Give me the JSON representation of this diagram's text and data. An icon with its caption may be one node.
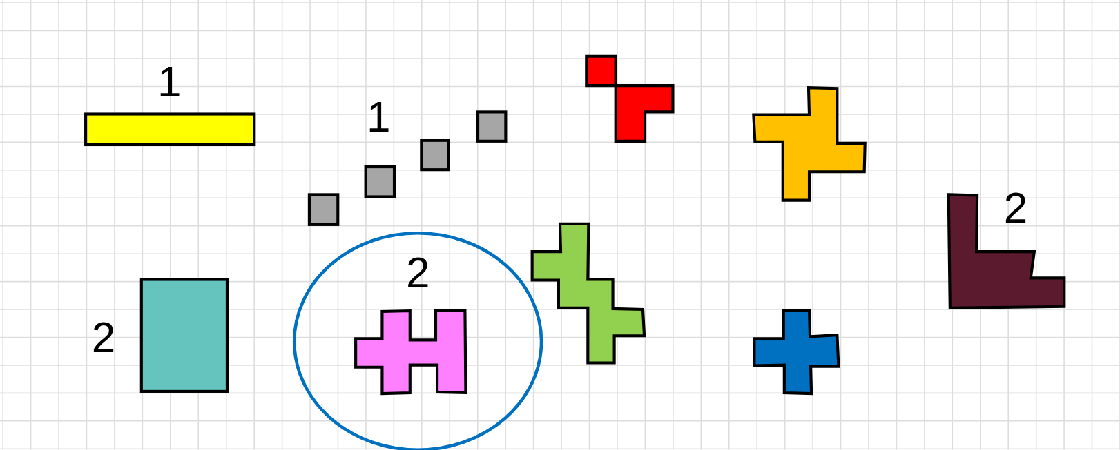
{
  "diagram": {
    "nodes": [
      {
        "text": [],
        "shape": "box"
      },
      {
        "text": [],
        "shape": "box"
      },
      {
        "text": [],
        "shape": "box"
      },
      {
        "text": [],
        "shape": "box"
      },
      {
        "text": [],
        "shape": "box"
      },
      {
        "text": [],
        "shape": "polygon"
      },
      {
        "text": [],
        "shape": "polygon"
      },
      {
        "text": [],
        "shape": "polygon"
      },
      {
        "text": [],
        "shape": "polygon"
      },
      {
        "text": [
          "2"
        ]
      },
      {
        "text": [],
        "shape": "polygon",
        "in": 9
      },
      {
        "text": [],
        "shape": "box"
      },
      {
        "text": [],
        "shape": "polygon"
      }
    ],
    "edges": [],
    "labels": [
      "1",
      "1",
      "2",
      "2"
    ]
  }
}
